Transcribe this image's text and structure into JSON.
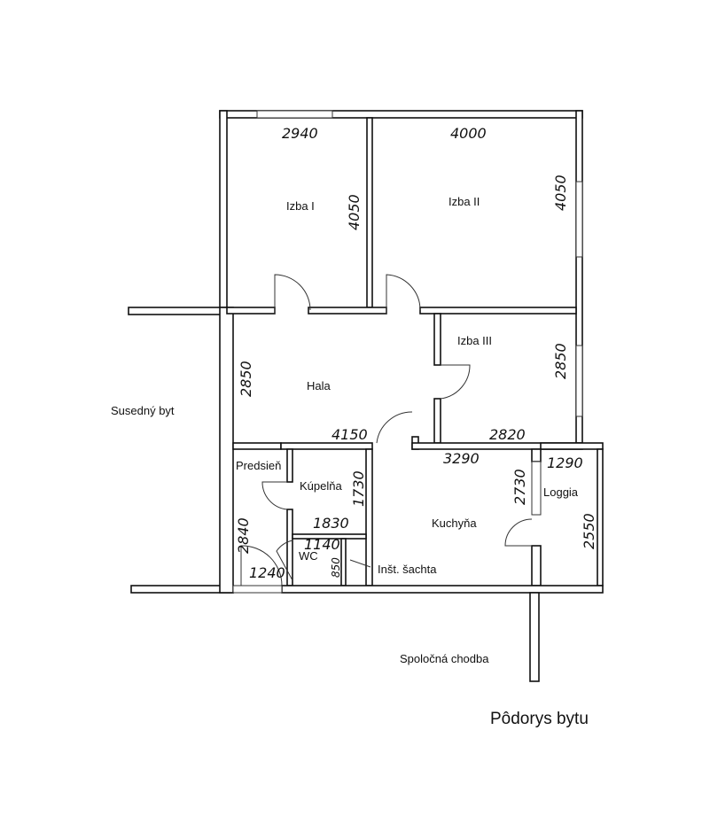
{
  "title": "Pôdorys bytu",
  "rooms": {
    "izba1": "Izba I",
    "izba2": "Izba II",
    "izba3": "Izba III",
    "hala": "Hala",
    "predsien": "Predsieň",
    "kupelna": "Kúpelňa",
    "wc": "WC",
    "sachta": "Inšt. šachta",
    "kuchyna": "Kuchyňa",
    "loggia": "Loggia",
    "susedny": "Susedný byt",
    "chodba": "Spoločná chodba"
  },
  "dimensions": {
    "izba1_w": "2940",
    "izba1_h": "4050",
    "izba2_w": "4000",
    "izba2_h": "4050",
    "izba3_w": "2820",
    "izba3_h": "2850",
    "hala_w": "4150",
    "hala_h": "2850",
    "predsien_h": "2840",
    "predsien_w": "1240",
    "kupelna_w": "1830",
    "kupelna_h": "1730",
    "wc_w": "1140",
    "wc_h": "850",
    "kuchyna_w": "3290",
    "kuchyna_h": "2730",
    "loggia_w": "1290",
    "loggia_h": "2550"
  }
}
